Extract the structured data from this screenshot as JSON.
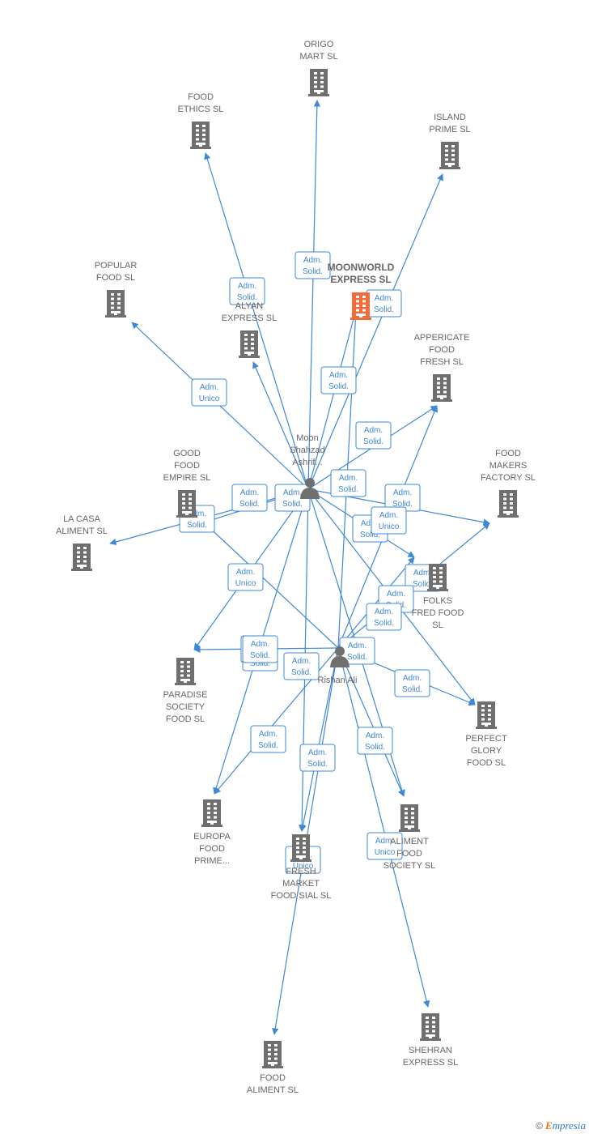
{
  "diagram": {
    "companies": [
      {
        "id": "origo",
        "lines": [
          "ORIGO",
          "MART  SL"
        ]
      },
      {
        "id": "food_ethics",
        "lines": [
          "FOOD",
          "ETHICS  SL"
        ]
      },
      {
        "id": "island",
        "lines": [
          "ISLAND",
          "PRIME  SL"
        ]
      },
      {
        "id": "popular",
        "lines": [
          "POPULAR",
          "FOOD  SL"
        ]
      },
      {
        "id": "moonworld",
        "lines": [
          "MOONWORLD",
          "EXPRESS  SL"
        ],
        "highlight": true
      },
      {
        "id": "alyan",
        "lines": [
          "ALYAN",
          "EXPRESS  SL"
        ]
      },
      {
        "id": "appericate",
        "lines": [
          "APPERICATE",
          "FOOD",
          "FRESH  SL"
        ]
      },
      {
        "id": "good_food",
        "lines": [
          "GOOD",
          "FOOD",
          "EMPIRE  SL"
        ]
      },
      {
        "id": "food_makers",
        "lines": [
          "FOOD",
          "MAKERS",
          "FACTORY  SL"
        ]
      },
      {
        "id": "la_casa",
        "lines": [
          "LA CASA",
          "ALIMENT  SL"
        ]
      },
      {
        "id": "folks",
        "lines": [
          "FOLKS",
          "FRED FOOD",
          "SL"
        ]
      },
      {
        "id": "paradise",
        "lines": [
          "PARADISE",
          "SOCIETY",
          "FOOD  SL"
        ]
      },
      {
        "id": "perfect",
        "lines": [
          "PERFECT",
          "GLORY",
          "FOOD  SL"
        ]
      },
      {
        "id": "europa",
        "lines": [
          "EUROPA",
          "FOOD",
          "PRIME..."
        ]
      },
      {
        "id": "aliment",
        "lines": [
          "ALIMENT",
          "FOOD",
          "SOCIETY  SL"
        ]
      },
      {
        "id": "fresh",
        "lines": [
          "FRESH",
          "MARKET",
          "FOOD SIAL  SL"
        ]
      },
      {
        "id": "shehran",
        "lines": [
          "SHEHRAN",
          "EXPRESS  SL"
        ]
      },
      {
        "id": "food_aliment",
        "lines": [
          "FOOD",
          "ALIMENT  SL"
        ]
      }
    ],
    "persons": [
      {
        "id": "moon",
        "lines": [
          "Moon",
          "Shahzad",
          "Ashrif..."
        ]
      },
      {
        "id": "rishan",
        "lines": [
          "Rishan Ali"
        ]
      }
    ],
    "edges": [
      {
        "from": "moon",
        "to": "origo",
        "label": [
          "Adm.",
          "Solid."
        ]
      },
      {
        "from": "moon",
        "to": "food_ethics",
        "label": [
          "Adm.",
          "Solid."
        ]
      },
      {
        "from": "moon",
        "to": "island",
        "label": [
          "Adm.",
          "Solid."
        ]
      },
      {
        "from": "moon",
        "to": "popular",
        "label": [
          "Adm.",
          "Unico"
        ]
      },
      {
        "from": "moon",
        "to": "moonworld",
        "label": [
          "Adm.",
          "Solid."
        ]
      },
      {
        "from": "moon",
        "to": "alyan",
        "label": [
          "Adm.",
          "Solid."
        ]
      },
      {
        "from": "moon",
        "to": "appericate",
        "label": [
          "Adm.",
          "Solid."
        ]
      },
      {
        "from": "moon",
        "to": "good_food",
        "label": [
          "Adm.",
          "Solid."
        ]
      },
      {
        "from": "moon",
        "to": "food_makers",
        "label": [
          "Adm.",
          "Solid."
        ]
      },
      {
        "from": "moon",
        "to": "la_casa",
        "label": [
          "Adm.",
          "Solid."
        ]
      },
      {
        "from": "moon",
        "to": "folks",
        "label": [
          "Adm.",
          "Solid."
        ]
      },
      {
        "from": "moon",
        "to": "paradise",
        "label": [
          "Adm.",
          "Unico"
        ]
      },
      {
        "from": "moon",
        "to": "perfect",
        "label": [
          "Adm.",
          "Solid."
        ]
      },
      {
        "from": "moon",
        "to": "europa",
        "label": [
          "Adm.",
          "Solid."
        ]
      },
      {
        "from": "moon",
        "to": "aliment",
        "label": [
          "Adm.",
          "Solid."
        ]
      },
      {
        "from": "moon",
        "to": "fresh",
        "label": [
          "Adm.",
          "Unico"
        ]
      },
      {
        "from": "rishan",
        "to": "moonworld",
        "label": [
          "Adm.",
          "Solid."
        ]
      },
      {
        "from": "rishan",
        "to": "appericate",
        "label": [
          "Adm.",
          "Solid."
        ]
      },
      {
        "from": "rishan",
        "to": "good_food",
        "label": [
          "Adm.",
          "Unico"
        ]
      },
      {
        "from": "rishan",
        "to": "food_makers",
        "label": [
          "Adm.",
          "Solid."
        ]
      },
      {
        "from": "rishan",
        "to": "folks",
        "label": [
          "Adm.",
          "Solid."
        ]
      },
      {
        "from": "rishan",
        "to": "paradise",
        "label": [
          "Adm.",
          "Solid."
        ]
      },
      {
        "from": "rishan",
        "to": "perfect",
        "label": [
          "Adm.",
          "Solid."
        ]
      },
      {
        "from": "rishan",
        "to": "europa",
        "label": [
          "Adm.",
          "Solid."
        ]
      },
      {
        "from": "rishan",
        "to": "aliment",
        "label": [
          "Adm.",
          "Solid."
        ]
      },
      {
        "from": "rishan",
        "to": "fresh",
        "label": [
          "Adm.",
          "Solid."
        ]
      },
      {
        "from": "rishan",
        "to": "shehran",
        "label": [
          "Adm.",
          "Unico"
        ]
      },
      {
        "from": "rishan",
        "to": "food_aliment",
        "label": [
          "Adm.",
          "Solid."
        ]
      }
    ],
    "colors": {
      "edge": "#3f88d6",
      "building": "#6f6f6f",
      "highlight": "#f26b38",
      "person": "#6f6f6f"
    }
  },
  "footer": {
    "copyright": "©",
    "brand_first": "E",
    "brand_rest": "mpresia"
  }
}
